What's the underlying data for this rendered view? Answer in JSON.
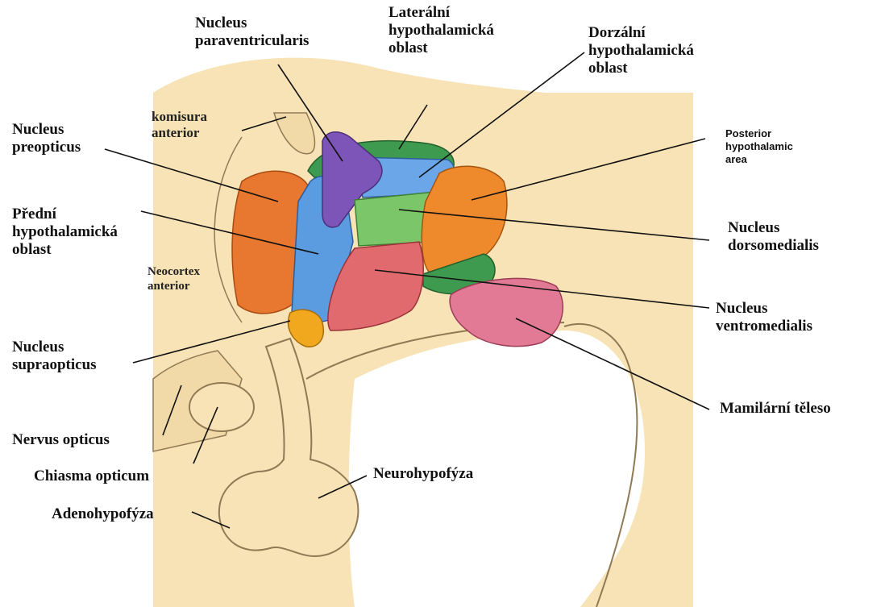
{
  "labels": {
    "nucleus_paraventricularis": [
      "Nucleus",
      "paraventricularis"
    ],
    "lateralni_hypothalamicka_oblast": [
      "Laterální",
      "hypothalamická",
      "oblast"
    ],
    "dorzalni_hypothalamicka_oblast": [
      "Dorzální",
      "hypothalamická",
      "oblast"
    ],
    "komisura_anterior": [
      "komisura",
      "anterior"
    ],
    "nucleus_preopticus": [
      "Nucleus",
      "preopticus"
    ],
    "posterior_hypothalamic_area": [
      "Posterior",
      "hypothalamic",
      "area"
    ],
    "predni_hypothalamicka_oblast": [
      "Přední",
      "hypothalamická",
      "oblast"
    ],
    "neocortex_anterior": [
      "Neocortex",
      "anterior"
    ],
    "nucleus_dorsomedialis": [
      "Nucleus",
      "dorsomedialis"
    ],
    "nucleus_ventromedialis": [
      "Nucleus",
      "ventromedialis"
    ],
    "nucleus_supraopticus": [
      "Nucleus",
      "supraopticus"
    ],
    "mamilarni_teleso": "Mamilární těleso",
    "nervus_opticus": "Nervus opticus",
    "chiasma_opticum": "Chiasma opticum",
    "neurohypofyza": "Neurohypofýza",
    "adenohypofyza": "Adenohypofýza"
  },
  "colors": {
    "tissue": "#f7e3b5",
    "tissue_edge": "#8f7a55",
    "preoptic": "#e8782f",
    "anterior_blue": "#5b9be0",
    "paraventricular": "#7d55b8",
    "lateral_green": "#3d9a4e",
    "dorsal_blue": "#6aa6e8",
    "dorsomedial_green": "#7cc66a",
    "posterior_orange": "#ee8a2c",
    "ventromedial_red": "#e06a6e",
    "supraoptic_yellow": "#f2a81e",
    "mamillary_pink": "#e27a95"
  }
}
